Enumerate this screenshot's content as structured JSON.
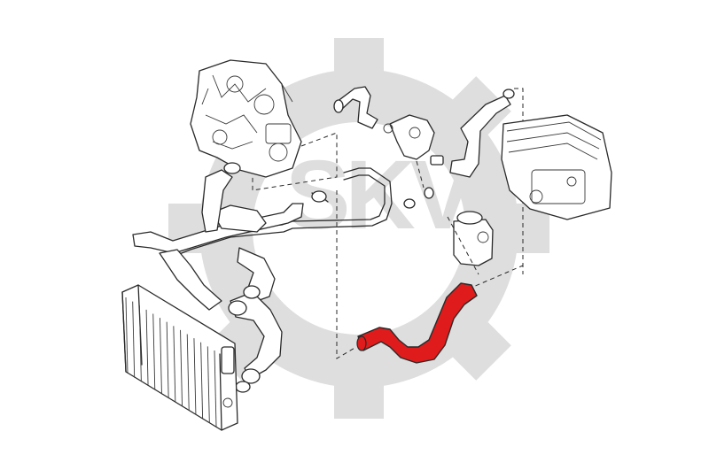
{
  "diagram": {
    "watermark": {
      "text": "SKV",
      "color": "#dedede"
    },
    "highlight_color": "#e01b1b",
    "outline_color": "#2a2a2a",
    "parts": [
      {
        "name": "engine-block",
        "highlighted": false
      },
      {
        "name": "thermostat-housing",
        "highlighted": false
      },
      {
        "name": "upper-hose",
        "highlighted": false
      },
      {
        "name": "heater-hose",
        "highlighted": false
      },
      {
        "name": "heater-core",
        "highlighted": false
      },
      {
        "name": "bypass-pipe",
        "highlighted": false
      },
      {
        "name": "expansion-tank",
        "highlighted": false
      },
      {
        "name": "radiator",
        "highlighted": false
      },
      {
        "name": "lower-radiator-hose",
        "highlighted": false
      },
      {
        "name": "coolant-hose",
        "highlighted": true
      }
    ]
  }
}
